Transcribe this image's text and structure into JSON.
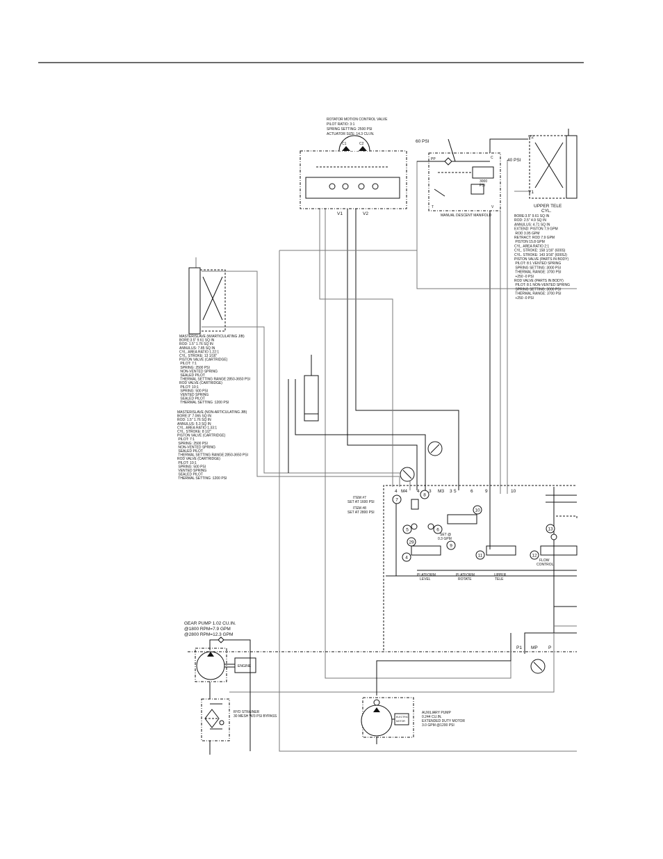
{
  "rotator_valve": {
    "lines": [
      "ROTATOR MOTION CONTROL VALVE",
      "PILOT RATIO: 3:1",
      "SPRING SETTING: 2500 PSI",
      "ACTUATOR SIZE: 14.3 CU.IN."
    ],
    "ports": {
      "c1": "C1",
      "c2": "C2",
      "v1": "V1",
      "v2": "V2"
    }
  },
  "manual_descent": {
    "title": "MANUAL DESCENT MANIFOLD",
    "psi60": "60 PSI",
    "psi40": "40 PSI",
    "psi3000": "3000",
    "psi3000_unit": "PSI",
    "ports": {
      "pp": "PP",
      "c": "C",
      "t": "T",
      "v": "V"
    }
  },
  "upper_tele_cyl": {
    "ports": {
      "v1": "V1",
      "v2": "V2"
    },
    "title": "UPPER TELE",
    "subtitle": "CYL.",
    "lines": [
      "BORE:3.5\" 9.61 SQ IN",
      "ROD: 2.5\" 4.9 SQ IN",
      "ANNULUS: 4.71 SQ IN",
      "EXTEND:  PISTON 7.9 GPM",
      "           ROD 3.95 GPM",
      "RETRACT: ROD 7.9 GPM",
      "           PISTON 15.8 GPM",
      "CYL. AREA RATIO 2:1",
      "CYL. STROKE: 158 1/16\" (600S)",
      "CYL. STROKE: 143 3/16\" (600SJ)",
      "PISTON VALVE (PARTS IN BODY)",
      "  PILOT: 8:1 VENTED SPRING",
      "  SPRING SETTING: 3000 PSI",
      "  THERMAL RANGE: 3700 PSI",
      "  +250 -0 PSI",
      "ROD VALVE (PARTS IN BODY)",
      "  PILOT: 8:1 NON-VENTED SPRING",
      "  SPRING SETTING: 3000 PSI",
      "  THERMAL RANGE: 3700 PSI",
      "  +250 -0 PSI"
    ]
  },
  "master_slave_articulating": {
    "lines": [
      "MASTER/SLAVE (W/ARTICULATING JIB)",
      "BORE:3.5\" 9.61 SQ IN",
      "ROD: 1.5\" 1.76 SQ IN",
      "ANNULUS: 7.85 SQ IN",
      "CYL. AREA RATIO 1.22:1",
      "CYL. STROKE: 13 1/16\"",
      "PISTON VALVE (CARTRIDGE)",
      "  PILOT: 7:1",
      "  SPRING: 2500 PSI",
      "  NON-VENTED SPRING",
      "  SEALED PILOT",
      "  THERMAL SETTING RANGE:2850-3650 PSI",
      "ROD VALVE (CARTRIDGE)",
      "  PILOT: 10:1",
      "  SPRING: 500 PSI",
      "  VENTED SPRING",
      "  SEALED PILOT",
      "  THERMAL SETTING :1200 PSI"
    ]
  },
  "master_slave_non_articulating": {
    "lines": [
      "MASTER/SLAVE (NON-ARTICULATING JIB)",
      "BORE:3\" 7.065 SQ IN",
      "ROD: 1.5\" 1.76 SQ IN",
      "ANNULUS: 5.3 SQ IN",
      "CYL. AREA RATIO 1.33:1",
      "CYL. STROKE: 8 1/2\"",
      "PISTON VALVE (CARTRIDGE)",
      "  PILOT: 7:1",
      "  SPRING: 2500 PSI",
      "  NON-VENTED SPRING",
      "  SEALED PILOT",
      "  THERMAL SETTING RANGE:2850-3650 PSI",
      "ROD VALVE (CARTRIDGE)",
      "  PILOT: 10:1",
      "  SPRING: 500 PSI",
      "  VENTED SPRING",
      "  SEALED PILOT",
      "  THERMAL SETTING :1200 PSI"
    ]
  },
  "valve_bank": {
    "ports": [
      "4",
      "M4",
      "4",
      "3",
      "M3",
      "3",
      "5",
      "6",
      "9",
      "10"
    ],
    "item7_note": [
      "ITEM #7",
      "SET AT 1600 PSI"
    ],
    "item8_note": [
      "ITEM #8",
      "SET AT 2800 PSI"
    ],
    "flow_note": [
      "SET @",
      "0.3 GPM"
    ],
    "callouts": [
      "7",
      "8",
      "10",
      "5",
      "6",
      "29",
      "4",
      "9",
      "11",
      "13",
      "12"
    ],
    "sections": [
      "PLATFORM",
      "LEVEL",
      "PLATFORM",
      "ROTATE",
      "UPPER",
      "TELE",
      "FLOW",
      "CONTROL"
    ],
    "pressure_ports": {
      "p1": "P1",
      "mp": "MP",
      "p": "P"
    }
  },
  "gear_pump": {
    "lines": [
      "GEAR PUMP 1.02 CU.IN.",
      "@1800 RPM=7.9 GPM",
      "@2800 RPM=12.3 GPM"
    ],
    "engine": "ENGINE"
  },
  "strainer": {
    "lines": [
      "RYD STRAINER",
      "30 MESH W/3 PSI BYPASS"
    ]
  },
  "aux_pump": {
    "lines": [
      "AUXILIARY PUMP",
      "0.244 CU.IN.",
      "EXTENDED DUTY MOTOR",
      "3.0 GPM @1200 PSI"
    ],
    "motor": [
      "ELECTRIC",
      "MOTOR"
    ]
  }
}
